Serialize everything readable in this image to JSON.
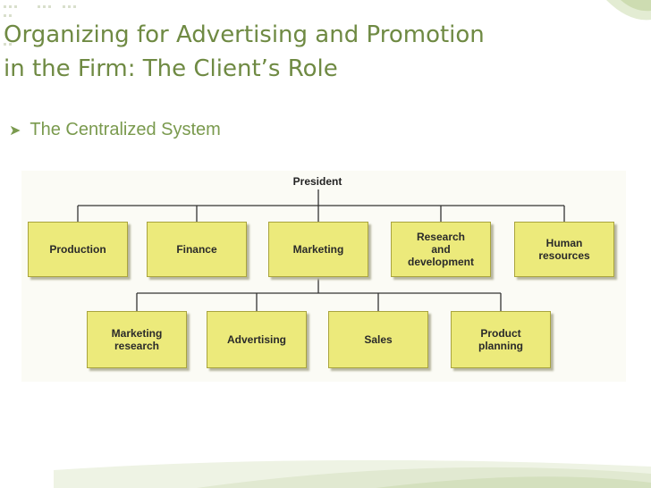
{
  "slide": {
    "title_line1": "Organizing for Advertising and Promotion",
    "title_line2": "in the Firm: The Client’s Role",
    "bullet": "The Centralized System"
  },
  "org_chart": {
    "top": "President",
    "level1": [
      "Production",
      "Finance",
      "Marketing",
      "Research\nand\ndevelopment",
      "Human\nresources"
    ],
    "level2": [
      "Marketing\nresearch",
      "Advertising",
      "Sales",
      "Product\nplanning"
    ]
  },
  "colors": {
    "title": "#6f8a43",
    "bullet": "#7a9a4e",
    "box_fill": "#ecea7b",
    "box_border": "#a9a43e"
  }
}
